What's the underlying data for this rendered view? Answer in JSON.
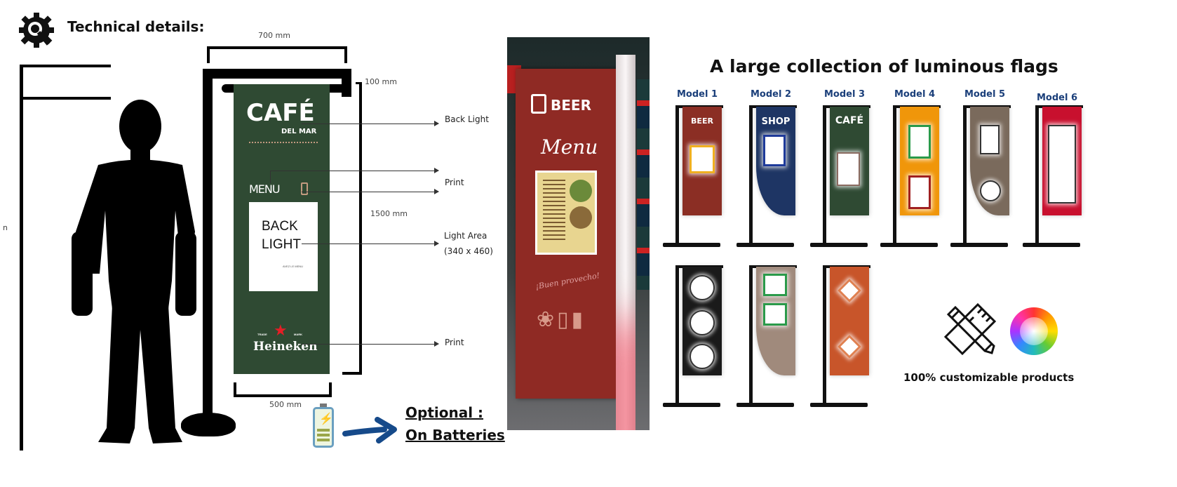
{
  "header": {
    "title": "Technical details:",
    "icon": "gear-wrench-icon"
  },
  "diagram": {
    "width_top": "700 mm",
    "arm_height": "100 mm",
    "banner_height": "1500 mm",
    "banner_width": "500 mm",
    "person_height_partial": "n",
    "banner": {
      "brand": "CAFÉ",
      "brand_sub": "DEL MAR",
      "menu": "MENU",
      "window_line1": "BACK",
      "window_line2": "LIGHT",
      "window_small": "AVEZ LE MENU",
      "sponsor": "Heineken",
      "sponsor_small_left": "TRADE",
      "sponsor_small_right": "MARK",
      "color": "#2f4a33"
    },
    "labels": {
      "back_light": "Back Light",
      "print_1": "Print",
      "light_area": "Light Area",
      "light_area_size": "(340 x 460)",
      "print_2": "Print"
    },
    "optional": {
      "line1": "Optional :",
      "line2": "On Batteries",
      "arrow_color": "#164a8a"
    }
  },
  "photo": {
    "banner_title": "BEER",
    "banner_script": "Menu",
    "banner_footer": "¡Buen provecho!",
    "banner_color": "#8f2a24"
  },
  "collection": {
    "title": "A large collection of luminous flags",
    "models": [
      {
        "label": "Model 1",
        "color": "#8b2e24",
        "text": "BEER"
      },
      {
        "label": "Model 2",
        "color": "#1e3564",
        "text": "SHOP"
      },
      {
        "label": "Model 3",
        "color": "#2f4a33",
        "text": "CAFÉ"
      },
      {
        "label": "Model 4",
        "color": "#f0960a"
      },
      {
        "label": "Model 5",
        "color": "#7a6a5c"
      },
      {
        "label": "Model 6",
        "color": "#c8102e"
      },
      {
        "color": "#1a1a1a"
      },
      {
        "color": "#a08a7c"
      },
      {
        "color": "#c8552a"
      }
    ],
    "custom_text": "100% customizable products"
  }
}
